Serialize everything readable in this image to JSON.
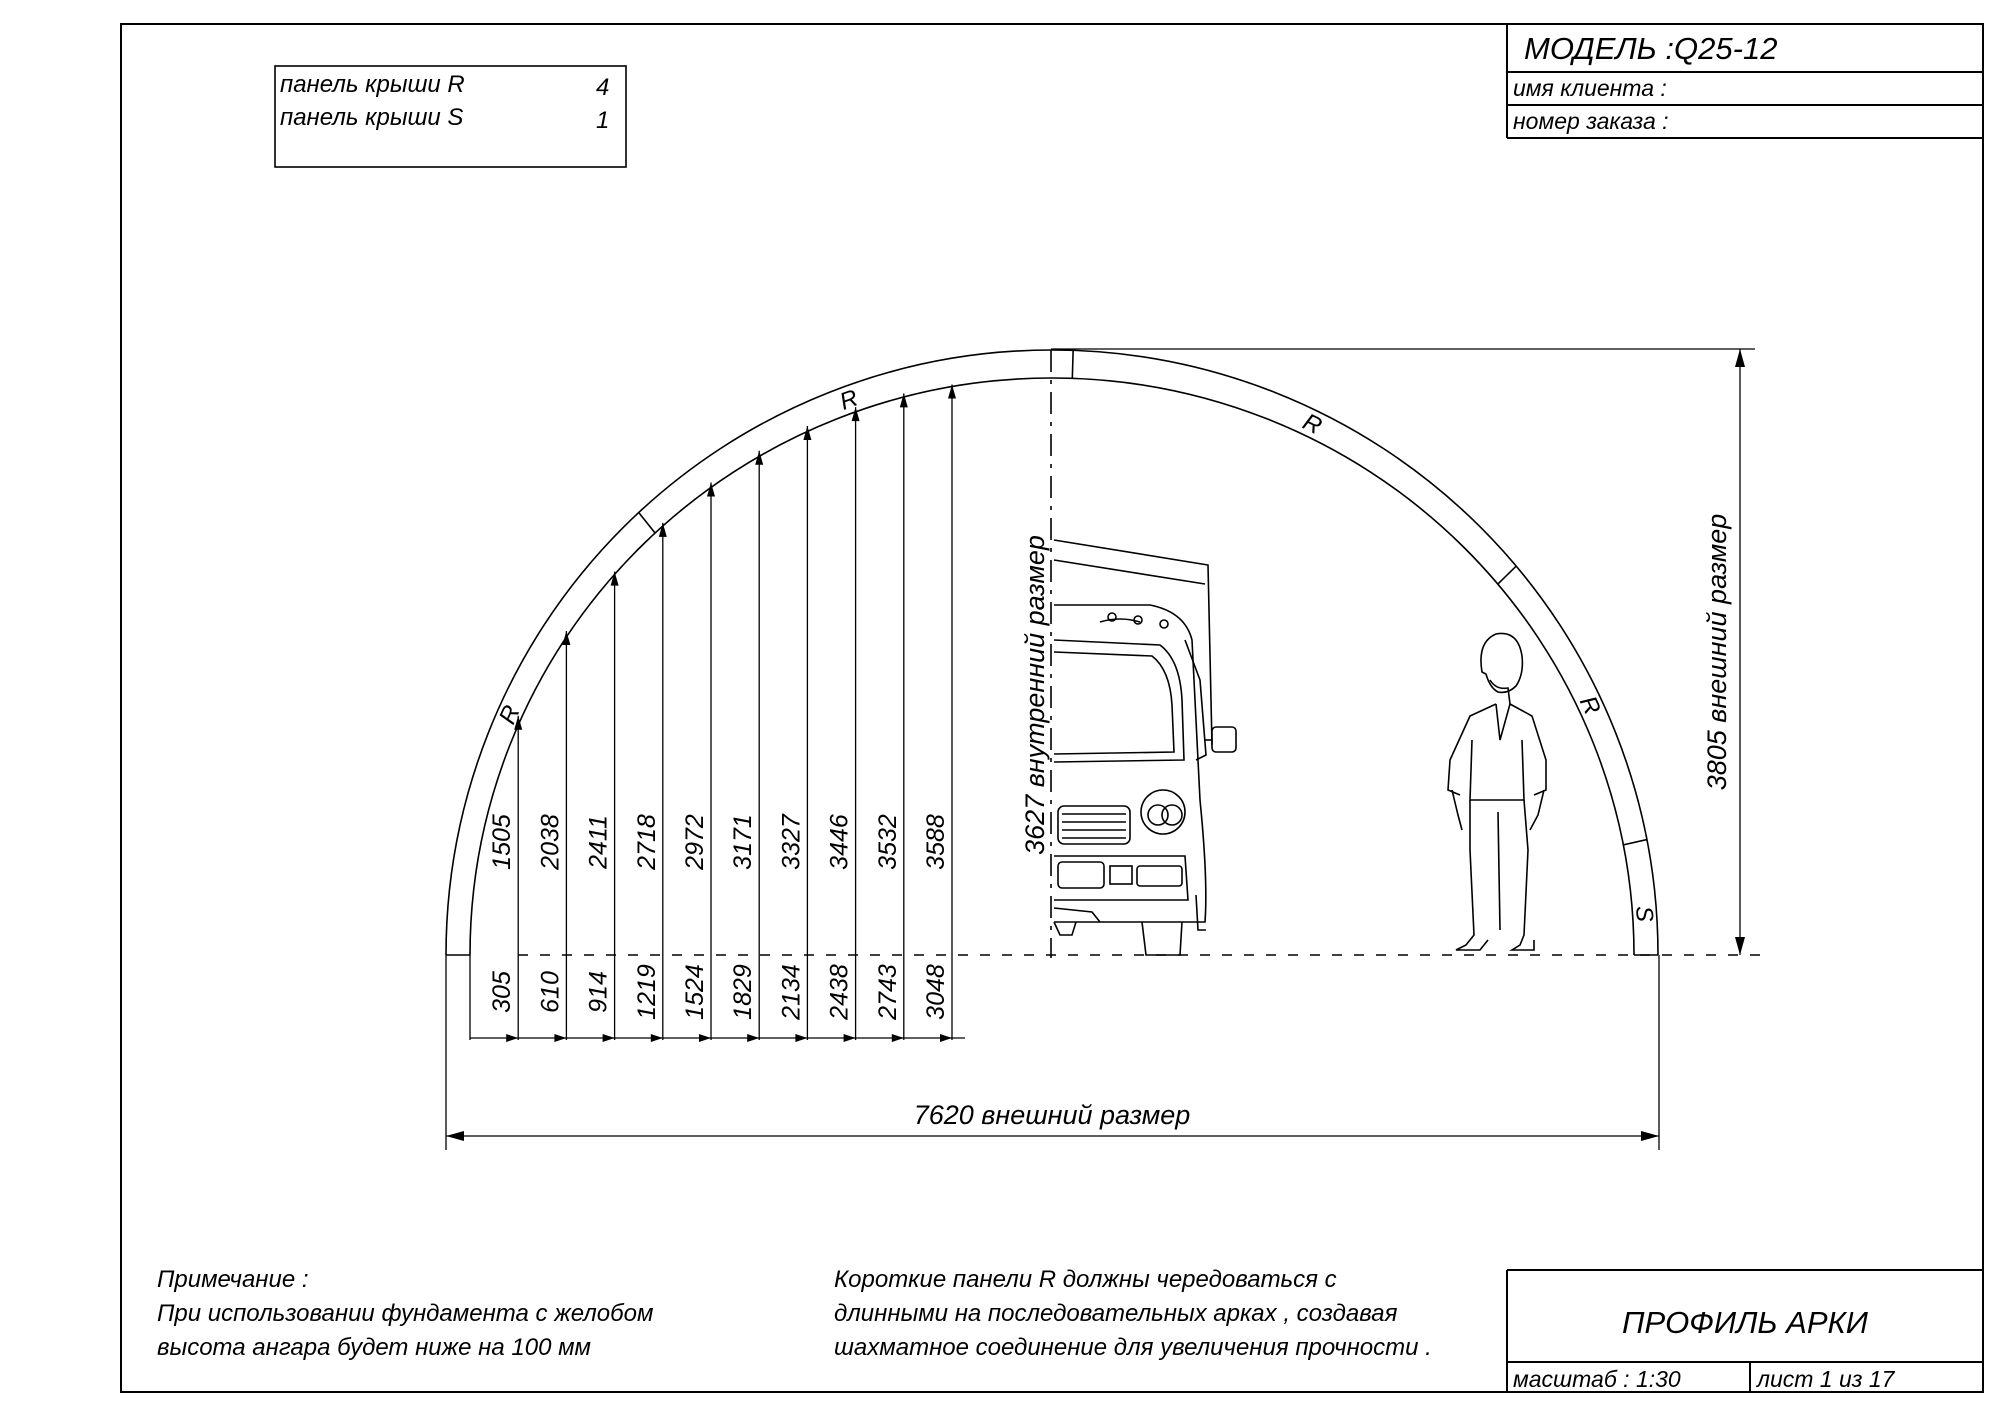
{
  "title_block": {
    "model": "МОДЕЛЬ :Q25-12",
    "client_label": "имя клиента :",
    "order_label": "номер заказа :",
    "sheet_title": "ПРОФИЛЬ АРКИ",
    "scale_label": "масштаб : 1:30",
    "sheet_label": "лист  1  из  17"
  },
  "panel_table": {
    "rows": [
      {
        "label": "панель крыши  R",
        "count": "4"
      },
      {
        "label": "панель крыши  S",
        "count": "1"
      }
    ]
  },
  "arch": {
    "panel_labels": [
      "R",
      "R",
      "R",
      "R",
      "S"
    ],
    "outer_width": "7620  внешний размер",
    "outer_height": "3805  внешний размер",
    "inner_height": "3627  внутренний размер",
    "heights": [
      "1505",
      "2038",
      "2411",
      "2718",
      "2972",
      "3171",
      "3327",
      "3446",
      "3532",
      "3588"
    ],
    "offsets": [
      "305",
      "610",
      "914",
      "1219",
      "1524",
      "1829",
      "2134",
      "2438",
      "2743",
      "3048"
    ]
  },
  "notes": {
    "left": [
      "Примечание :",
      "При использовании фундамента с желобом",
      "высота ангара будет ниже на  100  мм"
    ],
    "right": [
      "Короткие панели  R  должны чередоваться  с",
      "длинными на последовательных арках , создавая",
      "шахматное соединение для увеличения прочности ."
    ]
  }
}
